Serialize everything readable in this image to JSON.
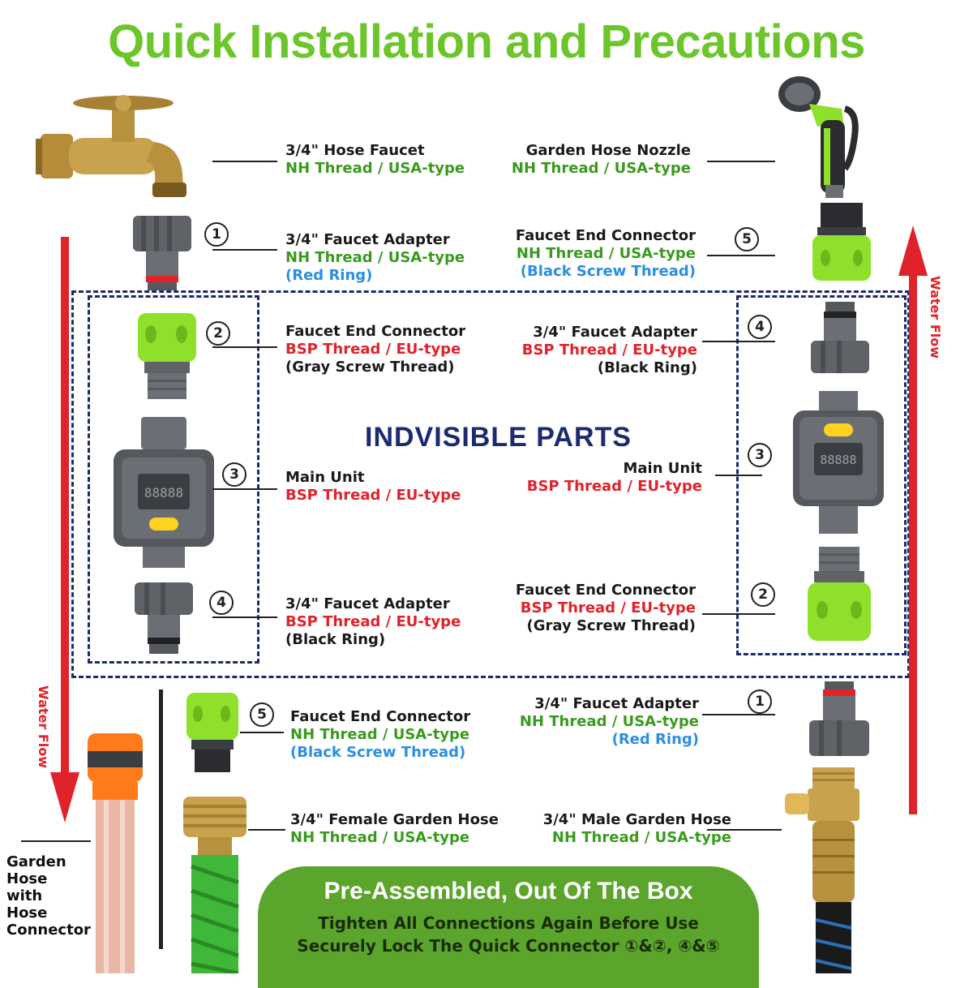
{
  "title": "Quick Installation and Precautions",
  "indivisible_label": "INDVISIBLE  PARTS",
  "water_flow": "Water Flow",
  "left": {
    "faucet": {
      "l1": "3/4\" Hose Faucet",
      "l2": "NH Thread / USA-type"
    },
    "adapter1": {
      "num": "1",
      "l1": "3/4\" Faucet Adapter",
      "l2": "NH Thread / USA-type",
      "l3": "(Red Ring)"
    },
    "connector2": {
      "num": "2",
      "l1": "Faucet End Connector",
      "l2": "BSP Thread / EU-type",
      "l3": "(Gray Screw Thread)"
    },
    "main3": {
      "num": "3",
      "l1": "Main Unit",
      "l2": "BSP Thread / EU-type"
    },
    "adapter4": {
      "num": "4",
      "l1": "3/4\" Faucet Adapter",
      "l2": "BSP Thread / EU-type",
      "l3": "(Black Ring)"
    },
    "connector5": {
      "num": "5",
      "l1": "Faucet End Connector",
      "l2": "NH Thread / USA-type",
      "l3": "(Black Screw Thread)"
    },
    "female_hose": {
      "l1": "3/4\" Female Garden Hose",
      "l2": "NH Thread / USA-type"
    },
    "garden_hose": "Garden Hose with Hose Connector"
  },
  "right": {
    "nozzle": {
      "l1": "Garden Hose Nozzle",
      "l2": "NH Thread / USA-type"
    },
    "connector5": {
      "num": "5",
      "l1": "Faucet End Connector",
      "l2": "NH Thread / USA-type",
      "l3": "(Black Screw Thread)"
    },
    "adapter4": {
      "num": "4",
      "l1": "3/4\" Faucet Adapter",
      "l2": "BSP Thread / EU-type",
      "l3": "(Black Ring)"
    },
    "main3": {
      "num": "3",
      "l1": "Main Unit",
      "l2": "BSP Thread / EU-type"
    },
    "connector2": {
      "num": "2",
      "l1": "Faucet End Connector",
      "l2": "BSP Thread / EU-type",
      "l3": "(Gray Screw Thread)"
    },
    "adapter1": {
      "num": "1",
      "l1": "3/4\" Faucet Adapter",
      "l2": "NH Thread / USA-type",
      "l3": "(Red Ring)"
    },
    "male_hose": {
      "l1": "3/4\" Male Garden Hose",
      "l2": "NH Thread / USA-type"
    }
  },
  "banner": {
    "heading": "Pre-Assembled, Out Of The Box",
    "line1": "Tighten All Connections Again Before Use",
    "line2": "Securely Lock The Quick Connector ①&②, ④&⑤"
  },
  "colors": {
    "green_title": "#6cc62b",
    "navy": "#1c2a6e",
    "red_arrow": "#e0222a",
    "lime": "#8fe02a",
    "gray_part": "#6b6f75"
  }
}
